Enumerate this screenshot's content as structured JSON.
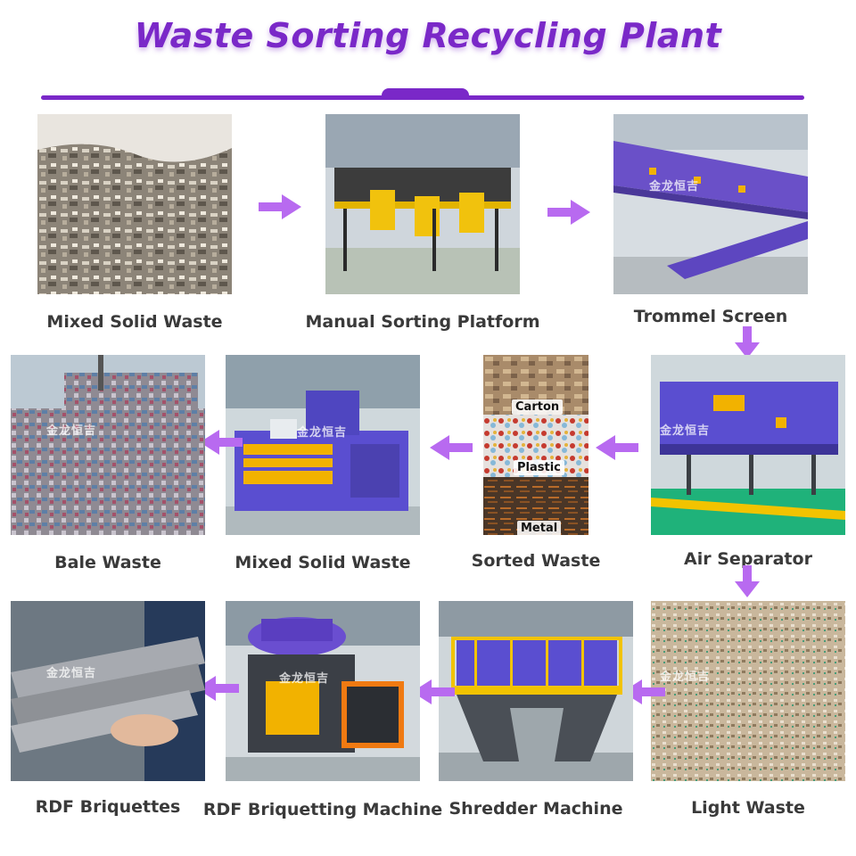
{
  "title": "Waste Sorting Recycling Plant",
  "accent": "#7a28c8",
  "arrow_color": "#b86af0",
  "watermark": "金龙恒吉",
  "steps": [
    {
      "label": "Mixed Solid Waste"
    },
    {
      "label": "Manual Sorting Platform"
    },
    {
      "label": "Trommel Screen"
    },
    {
      "label": "Air Separator"
    },
    {
      "label": "Sorted Waste",
      "tags": [
        "Carton",
        "Plastic",
        "Metal"
      ]
    },
    {
      "label": "Mixed Solid Waste"
    },
    {
      "label": "Bale Waste"
    },
    {
      "label": "Light Waste"
    },
    {
      "label": "Shredder Machine"
    },
    {
      "label": "RDF Briquetting Machine"
    },
    {
      "label": "RDF Briquettes"
    }
  ]
}
